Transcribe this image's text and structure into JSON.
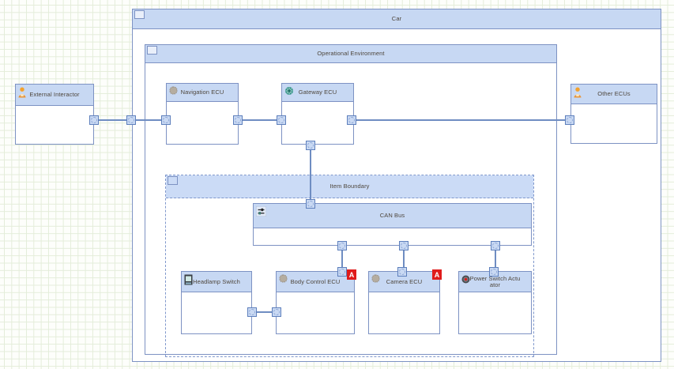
{
  "nodes": {
    "car": {
      "label": "Car",
      "type": "container"
    },
    "operational_environment": {
      "label": "Operational Environment",
      "type": "container"
    },
    "item_boundary": {
      "label": "Item Boundary",
      "type": "dashed-boundary"
    },
    "external_interactor": {
      "label": "External Interactor",
      "icon": "person-icon"
    },
    "navigation_ecu": {
      "label": "Navigation ECU",
      "icon": "chip-icon"
    },
    "gateway_ecu": {
      "label": "Gateway ECU",
      "icon": "gear-icon"
    },
    "other_ecus": {
      "label": "Other ECUs",
      "icon": "person-icon"
    },
    "can_bus": {
      "label": "CAN Bus",
      "icon": "bus-icon"
    },
    "headlamp_switch": {
      "label": "Headlamp Switch",
      "icon": "switch-icon"
    },
    "body_control_ecu": {
      "label": "Body Control ECU",
      "icon": "chip-icon",
      "badge": "A"
    },
    "camera_ecu": {
      "label": "Camera ECU",
      "icon": "chip-icon",
      "badge": "A"
    },
    "power_switch_actuator": {
      "label": "Power Switch Actuator",
      "icon": "actuator-icon"
    }
  },
  "colors": {
    "header_fill": "#c7d8f3",
    "node_border": "#7d92c3",
    "connector": "#6f8dc2",
    "port_fill": "#c9d9f3",
    "badge_red": "#e01b1b",
    "grid_line": "#e4edda",
    "canvas_bg": "#fdfefb",
    "title_text": "#4e463c"
  }
}
